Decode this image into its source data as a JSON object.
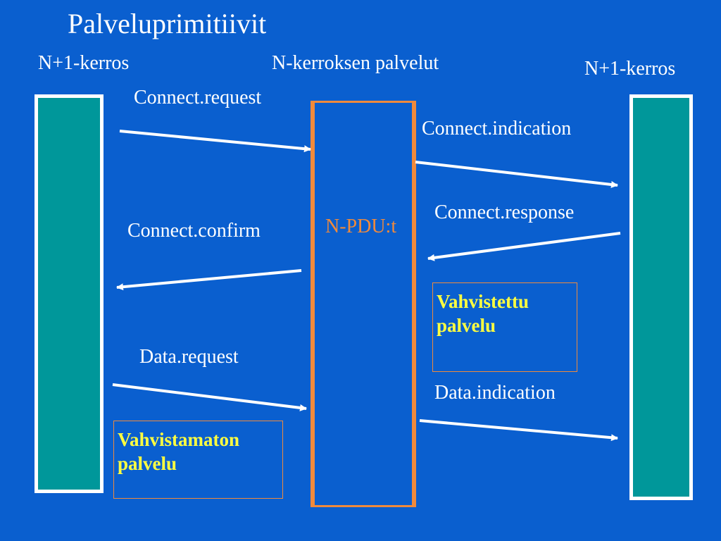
{
  "title": "Palveluprimitiivit",
  "left_layer_label": "N+1-kerros",
  "right_layer_label": "N+1-kerros",
  "middle_label": "N-kerroksen palvelut",
  "npdu_label": "N-PDU:t",
  "primitives": {
    "connect_request": "Connect.request",
    "connect_indication": "Connect.indication",
    "connect_response": "Connect.response",
    "connect_confirm": "Connect.confirm",
    "data_request": "Data.request",
    "data_indication": "Data.indication"
  },
  "notes": {
    "confirmed_service": "Vahvistettu palvelu",
    "unconfirmed_service": "Vahvistamaton palvelu"
  },
  "colors": {
    "background": "#0a5fcf",
    "layer_bar": "#00979a",
    "accent": "#f08a3c",
    "note_text": "#ffff40"
  }
}
